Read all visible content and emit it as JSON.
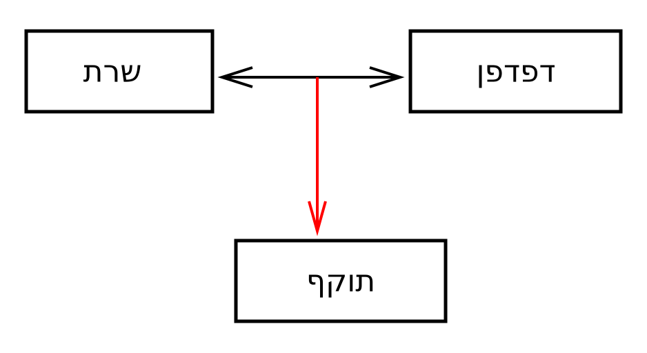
{
  "nodes": {
    "server": {
      "label": "שרת"
    },
    "browser": {
      "label": "דפדפן"
    },
    "attacker": {
      "label": "תוקף"
    }
  },
  "colors": {
    "box_stroke": "#000000",
    "connection": "#000000",
    "intercept": "#ff0000"
  }
}
